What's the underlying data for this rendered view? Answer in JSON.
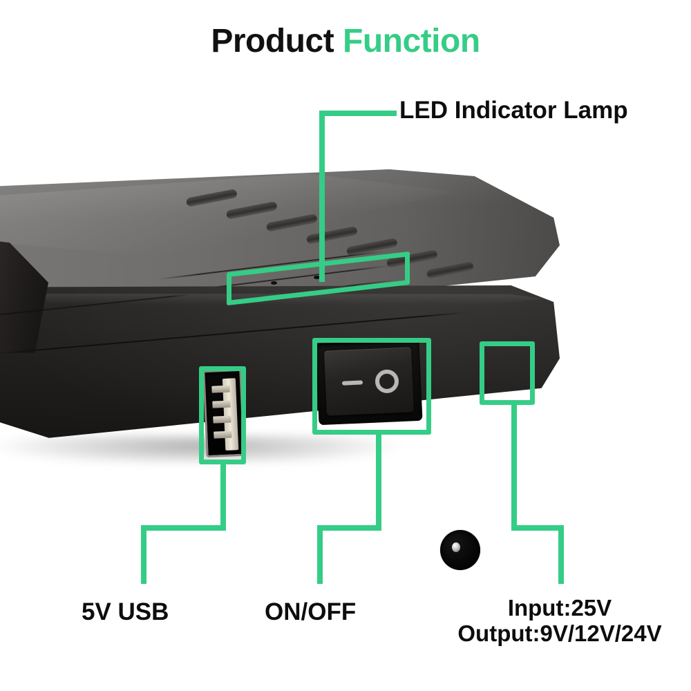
{
  "page": {
    "background": "#ffffff",
    "accent_color": "#35cd86",
    "text_color": "#0d0d0d"
  },
  "title": {
    "part_dark": "Product",
    "part_accent": "Function",
    "full": "Product Function"
  },
  "callouts": [
    {
      "id": "led",
      "label": "LED Indicator Lamp",
      "target": "led-indicator-window",
      "position": "top-right",
      "highlight_shape": "rectangle-outline"
    },
    {
      "id": "usb",
      "label": "5V USB",
      "target": "usb-a-port",
      "position": "bottom-left",
      "highlight_shape": "rectangle-outline"
    },
    {
      "id": "onoff",
      "label": "ON/OFF",
      "target": "rocker-power-switch",
      "position": "bottom-center",
      "highlight_shape": "rectangle-outline"
    },
    {
      "id": "dc",
      "label_line1": "Input:25V",
      "label_line2": "Output:9V/12V/24V",
      "target": "dc-barrel-jack",
      "position": "bottom-right",
      "highlight_shape": "rectangle-outline"
    }
  ],
  "product": {
    "type": "portable-power-supply-box",
    "body_color": "#1f1d1c",
    "lid_color": "#6f6d6b",
    "switch_markings": {
      "on": "—",
      "off": "O"
    },
    "ports": [
      {
        "name": "usb-a-port",
        "label": "5V USB"
      },
      {
        "name": "rocker-power-switch",
        "label": "ON/OFF"
      },
      {
        "name": "dc-barrel-jack",
        "label": "Input:25V"
      }
    ]
  }
}
